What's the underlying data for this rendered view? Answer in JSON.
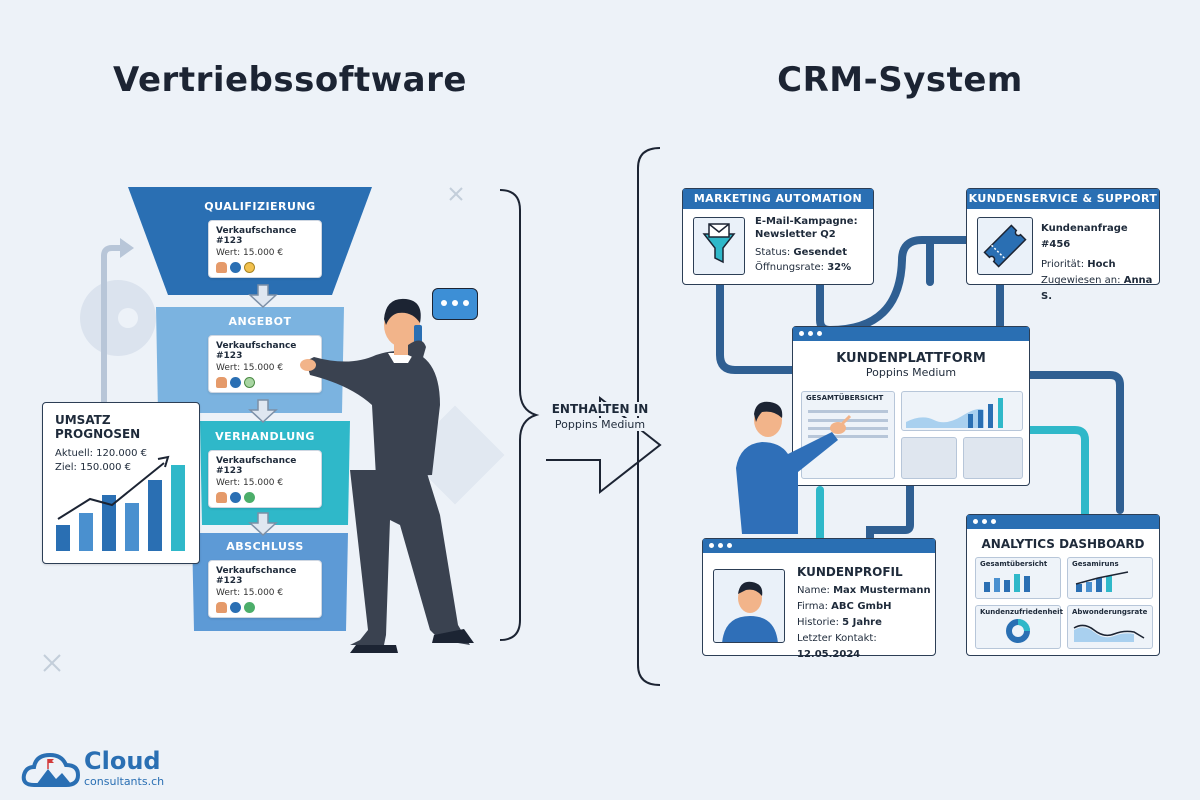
{
  "left_title": "Vertriebssoftware",
  "right_title": "CRM-System",
  "funnel": {
    "stages": [
      {
        "label": "QUALIFIZIERUNG",
        "card_title": "Verkaufschance #123",
        "card_value": "Wert: 15.000 €",
        "badge_color": "#f2c14e"
      },
      {
        "label": "ANGEBOT",
        "card_title": "Verkaufschance #123",
        "card_value": "Wert: 15.000 €",
        "badge_color": "#a8d5a2"
      },
      {
        "label": "VERHANDLUNG",
        "card_title": "Verkaufschance #123",
        "card_value": "Wert: 15.000 €",
        "badge_color": "#4cae6a"
      },
      {
        "label": "ABSCHLUSS",
        "card_title": "Verkaufschance #123",
        "card_value": "Wert: 15.000 €",
        "badge_color": "#4cae6a"
      }
    ]
  },
  "forecast": {
    "title": "UMSATZ PROGNOSEN",
    "current": "Aktuell: 120.000 €",
    "target": "Ziel: 150.000 €"
  },
  "middle": {
    "label": "ENTHALTEN IN",
    "sub": "Poppins Medium"
  },
  "marketing": {
    "header": "MARKETING AUTOMATION",
    "line1": "E-Mail-Kampagne:",
    "line2": "Newsletter Q2",
    "status_label": "Status:",
    "status_value": "Gesendet",
    "rate_label": "Öffnungsrate:",
    "rate_value": "32%",
    "icon": "funnel-mail-icon"
  },
  "support": {
    "header": "KUNDENSERVICE & SUPPORT",
    "title": "Kundenanfrage #456",
    "priority_label": "Priorität:",
    "priority_value": "Hoch",
    "assigned_label": "Zugewiesen an:",
    "assigned_value": "Anna S.",
    "icon": "ticket-icon"
  },
  "platform": {
    "title": "KUNDENPLATTFORM",
    "sub": "Poppins Medium",
    "overview": "GESAMTÜBERSICHT"
  },
  "profile": {
    "title": "KUNDENPROFIL",
    "name_label": "Name:",
    "name_value": "Max Mustermann",
    "company_label": "Firma:",
    "company_value": "ABC GmbH",
    "history_label": "Historie:",
    "history_value": "5 Jahre",
    "contact_label": "Letzter Kontakt:",
    "contact_value": "12.05.2024"
  },
  "analytics": {
    "title": "ANALYTICS DASHBOARD",
    "tiles": [
      "Gesamtübersicht",
      "Gesamiruns",
      "Kundenzufriedenheit",
      "Abwonderungsrate"
    ]
  },
  "logo": {
    "word": "Cloud",
    "domain": "consultants.ch"
  },
  "colors": {
    "dark_blue": "#2a6fb3",
    "mid_blue": "#4a90cf",
    "light_blue": "#7bb3e0",
    "teal": "#2fb8c9",
    "navy": "#1c2433"
  }
}
